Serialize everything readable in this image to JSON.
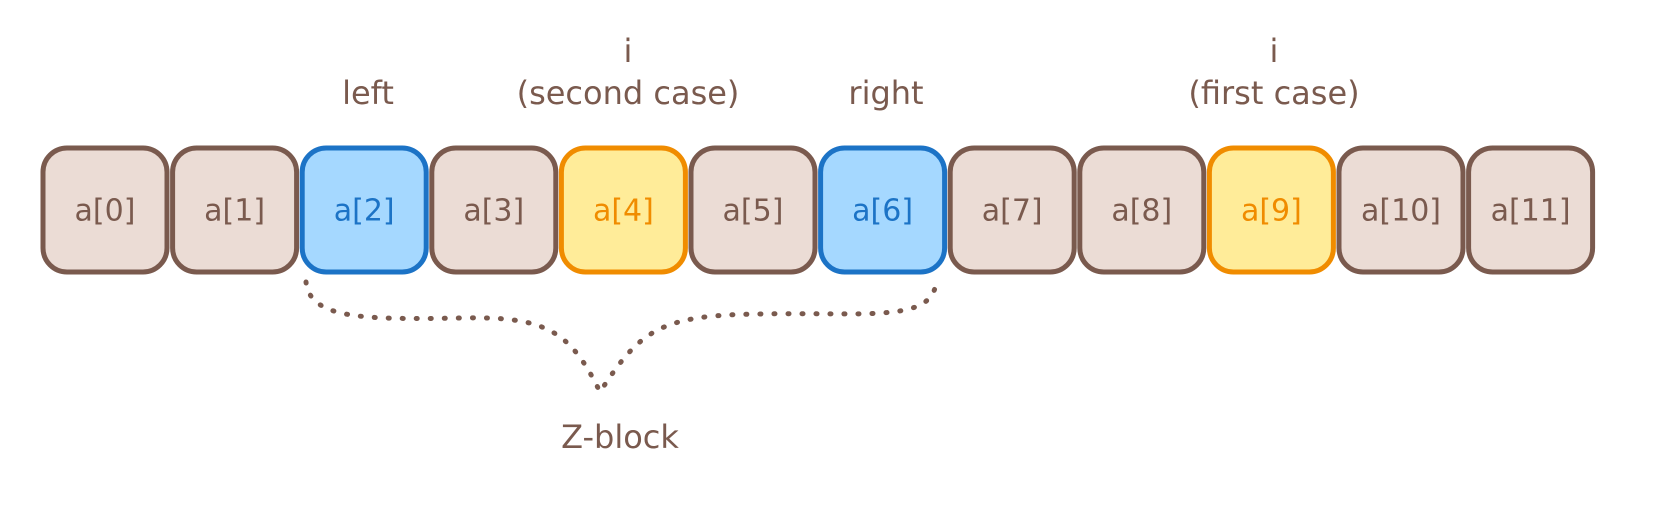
{
  "colors": {
    "default_fill": "#ebdcd5",
    "default_stroke": "#7a5a4e",
    "default_text": "#7a5a4e",
    "blue_fill": "#a5d8ff",
    "blue_stroke": "#1c73c6",
    "blue_text": "#1c73c6",
    "yellow_fill": "#ffec99",
    "yellow_stroke": "#f08c00",
    "yellow_text": "#f08c00"
  },
  "cells": [
    {
      "label": "a[0]",
      "style": "default"
    },
    {
      "label": "a[1]",
      "style": "default"
    },
    {
      "label": "a[2]",
      "style": "blue"
    },
    {
      "label": "a[3]",
      "style": "default"
    },
    {
      "label": "a[4]",
      "style": "yellow"
    },
    {
      "label": "a[5]",
      "style": "default"
    },
    {
      "label": "a[6]",
      "style": "blue"
    },
    {
      "label": "a[7]",
      "style": "default"
    },
    {
      "label": "a[8]",
      "style": "default"
    },
    {
      "label": "a[9]",
      "style": "yellow"
    },
    {
      "label": "a[10]",
      "style": "default"
    },
    {
      "label": "a[11]",
      "style": "default"
    }
  ],
  "labels": {
    "left": "left",
    "i_second": "i",
    "second_case": "(second case)",
    "right": "right",
    "i_first": "i",
    "first_case": "(first case)",
    "z_block": "Z-block"
  }
}
